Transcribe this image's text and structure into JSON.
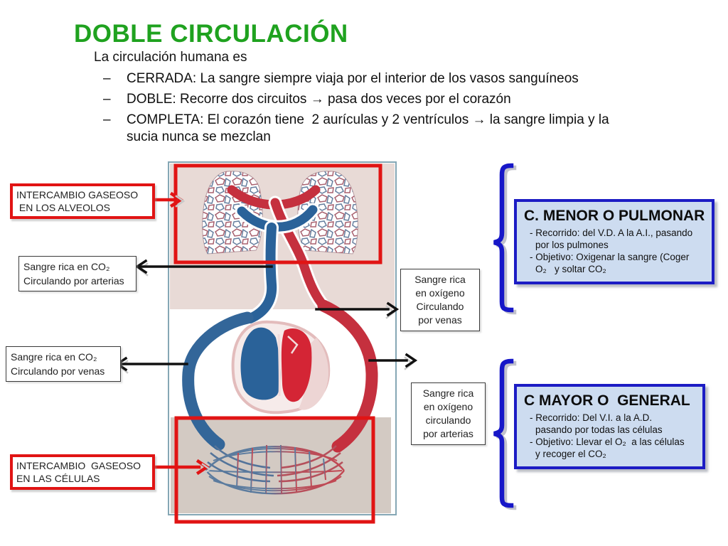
{
  "slide": {
    "title": "DOBLE CIRCULACIÓN",
    "intro": "La circulación humana es",
    "bullets": [
      {
        "marker": "–",
        "text": "CERRADA: La sangre siempre viaja por el interior de los vasos sanguíneos"
      },
      {
        "marker": "–",
        "text": "DOBLE: Recorre dos circuitos → pasa dos veces por el corazón"
      },
      {
        "marker": "–",
        "text": "COMPLETA: El corazón tiene  2 aurículas y 2 ventrículos → la sangre limpia y la sucia nunca se mezclan"
      }
    ]
  },
  "callouts_left": {
    "alveoli": {
      "line1": "INTERCAMBIO GASEOSO",
      "line2": " EN LOS ALVEOLOS"
    },
    "co2_arteries": {
      "line1": "Sangre rica en CO₂",
      "line2": "Circulando por arterias"
    },
    "co2_veins": {
      "line1": "Sangre rica en CO₂",
      "line2": "Circulando por venas"
    },
    "cells": {
      "line1": "INTERCAMBIO  GASEOSO",
      "line2": "EN LAS CÉLULAS"
    }
  },
  "callouts_right": {
    "o2_veins": {
      "line1": "Sangre rica",
      "line2": "en oxígeno",
      "line3": "Circulando",
      "line4": "por venas"
    },
    "o2_arteries": {
      "line1": "Sangre rica",
      "line2": "en oxígeno",
      "line3": "circulando",
      "line4": "por arterias"
    }
  },
  "info_boxes": {
    "pulmonary": {
      "title": "C. MENOR O PULMONAR",
      "line1": "- Recorrido: del V.D. A la A.I., pasando",
      "line2": "por los pulmones",
      "line3": "- Objetivo: Oxigenar la sangre (Coger",
      "line4": "O₂   y soltar CO₂"
    },
    "general": {
      "title": "C MAYOR O  GENERAL",
      "line1": "- Recorrido: Del V.I. a la A.D.",
      "line2": "pasando por todas las células",
      "line3": "- Objetivo: Llevar el O₂  a las células",
      "line4": "y recoger el CO₂"
    }
  },
  "colors": {
    "title_green": "#1fa21f",
    "highlight_red": "#e11414",
    "info_border_blue": "#1c1cc4",
    "info_fill_blue": "#cddcf0",
    "vessel_red": "#c5303e",
    "vessel_blue": "#2a6299"
  }
}
